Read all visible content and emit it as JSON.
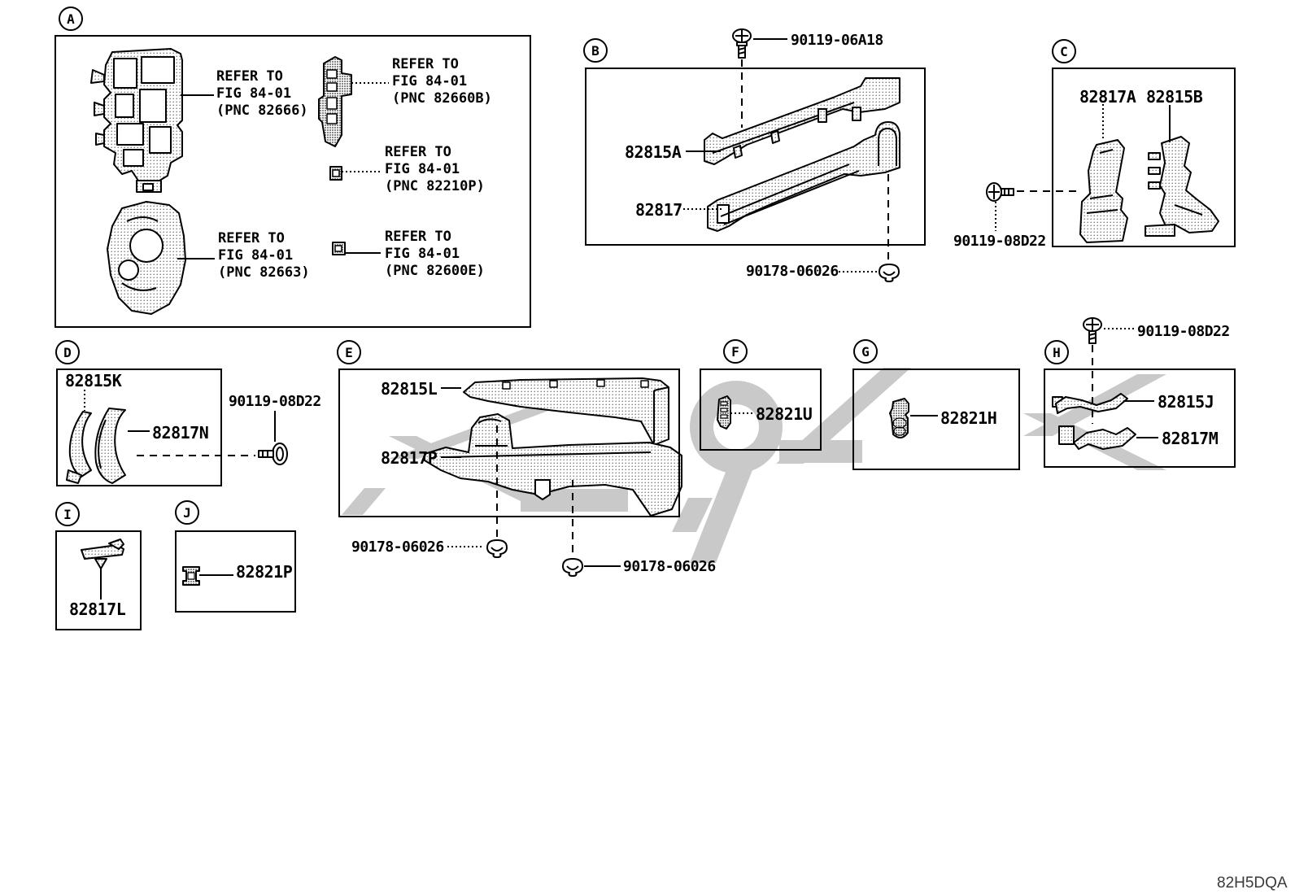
{
  "page": {
    "footer_code": "82H5DQA"
  },
  "sections": {
    "A": {
      "tag": "A",
      "refs": [
        {
          "l1": "REFER TO",
          "l2": "FIG 84-01",
          "l3": "(PNC 82666)"
        },
        {
          "l1": "REFER TO",
          "l2": "FIG 84-01",
          "l3": "(PNC 82660B)"
        },
        {
          "l1": "REFER TO",
          "l2": "FIG 84-01",
          "l3": "(PNC 82210P)"
        },
        {
          "l1": "REFER TO",
          "l2": "FIG 84-01",
          "l3": "(PNC 82663)"
        },
        {
          "l1": "REFER TO",
          "l2": "FIG 84-01",
          "l3": "(PNC 82600E)"
        }
      ]
    },
    "B": {
      "tag": "B",
      "screw": "90119-06A18",
      "upper": "82815A",
      "lower": "82817",
      "nut": "90178-06026"
    },
    "C": {
      "tag": "C",
      "left": "82817A",
      "right": "82815B",
      "screw": "90119-08D22"
    },
    "D": {
      "tag": "D",
      "upper": "82815K",
      "lower": "82817N",
      "screw": "90119-08D22"
    },
    "E": {
      "tag": "E",
      "upper": "82815L",
      "lower": "82817P",
      "nut_left": "90178-06026",
      "nut_right": "90178-06026"
    },
    "F": {
      "tag": "F",
      "part": "82821U"
    },
    "G": {
      "tag": "G",
      "part": "82821H"
    },
    "H": {
      "tag": "H",
      "screw": "90119-08D22",
      "upper": "82815J",
      "lower": "82817M"
    },
    "I": {
      "tag": "I",
      "part": "82817L"
    },
    "J": {
      "tag": "J",
      "part": "82821P"
    }
  },
  "colors": {
    "line": "#000000",
    "watermark": "#c9c9c9"
  }
}
